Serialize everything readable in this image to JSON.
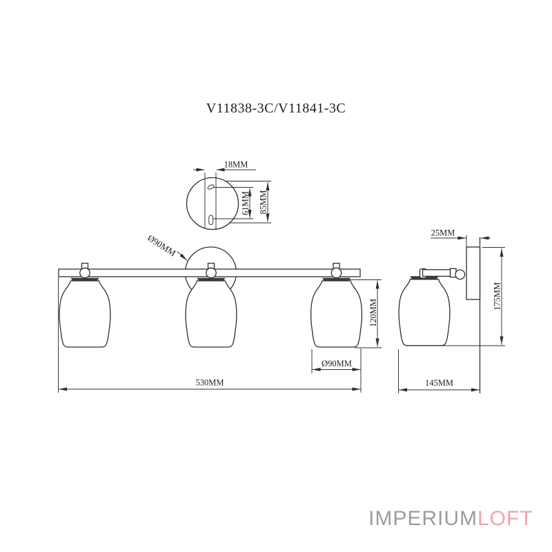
{
  "title": "V11838-3C/V11841-3C",
  "detail_view": {
    "description": "wall mounting plate detail",
    "width_dim": "18MM",
    "slot_spacing_dim": "61MM",
    "plate_height_dim": "85MM"
  },
  "front_view": {
    "description": "three-shade wall lamp front view",
    "backplate_diameter_label": "Ø90MM",
    "shade_height_dim": "120MM",
    "shade_diameter_dim": "Ø90MM",
    "overall_width_dim": "530MM"
  },
  "side_view": {
    "description": "wall lamp side view",
    "bracket_depth_dim": "25MM",
    "overall_height_dim": "175MM",
    "overall_depth_dim": "145MM"
  },
  "logo": {
    "imperium": "IMPERIUM",
    "loft": "LOFT",
    "imperium_color": "#9d9d9d",
    "loft_color": "#f1a4a9"
  },
  "colors": {
    "line": "#2e2e2e",
    "background": "#ffffff"
  }
}
